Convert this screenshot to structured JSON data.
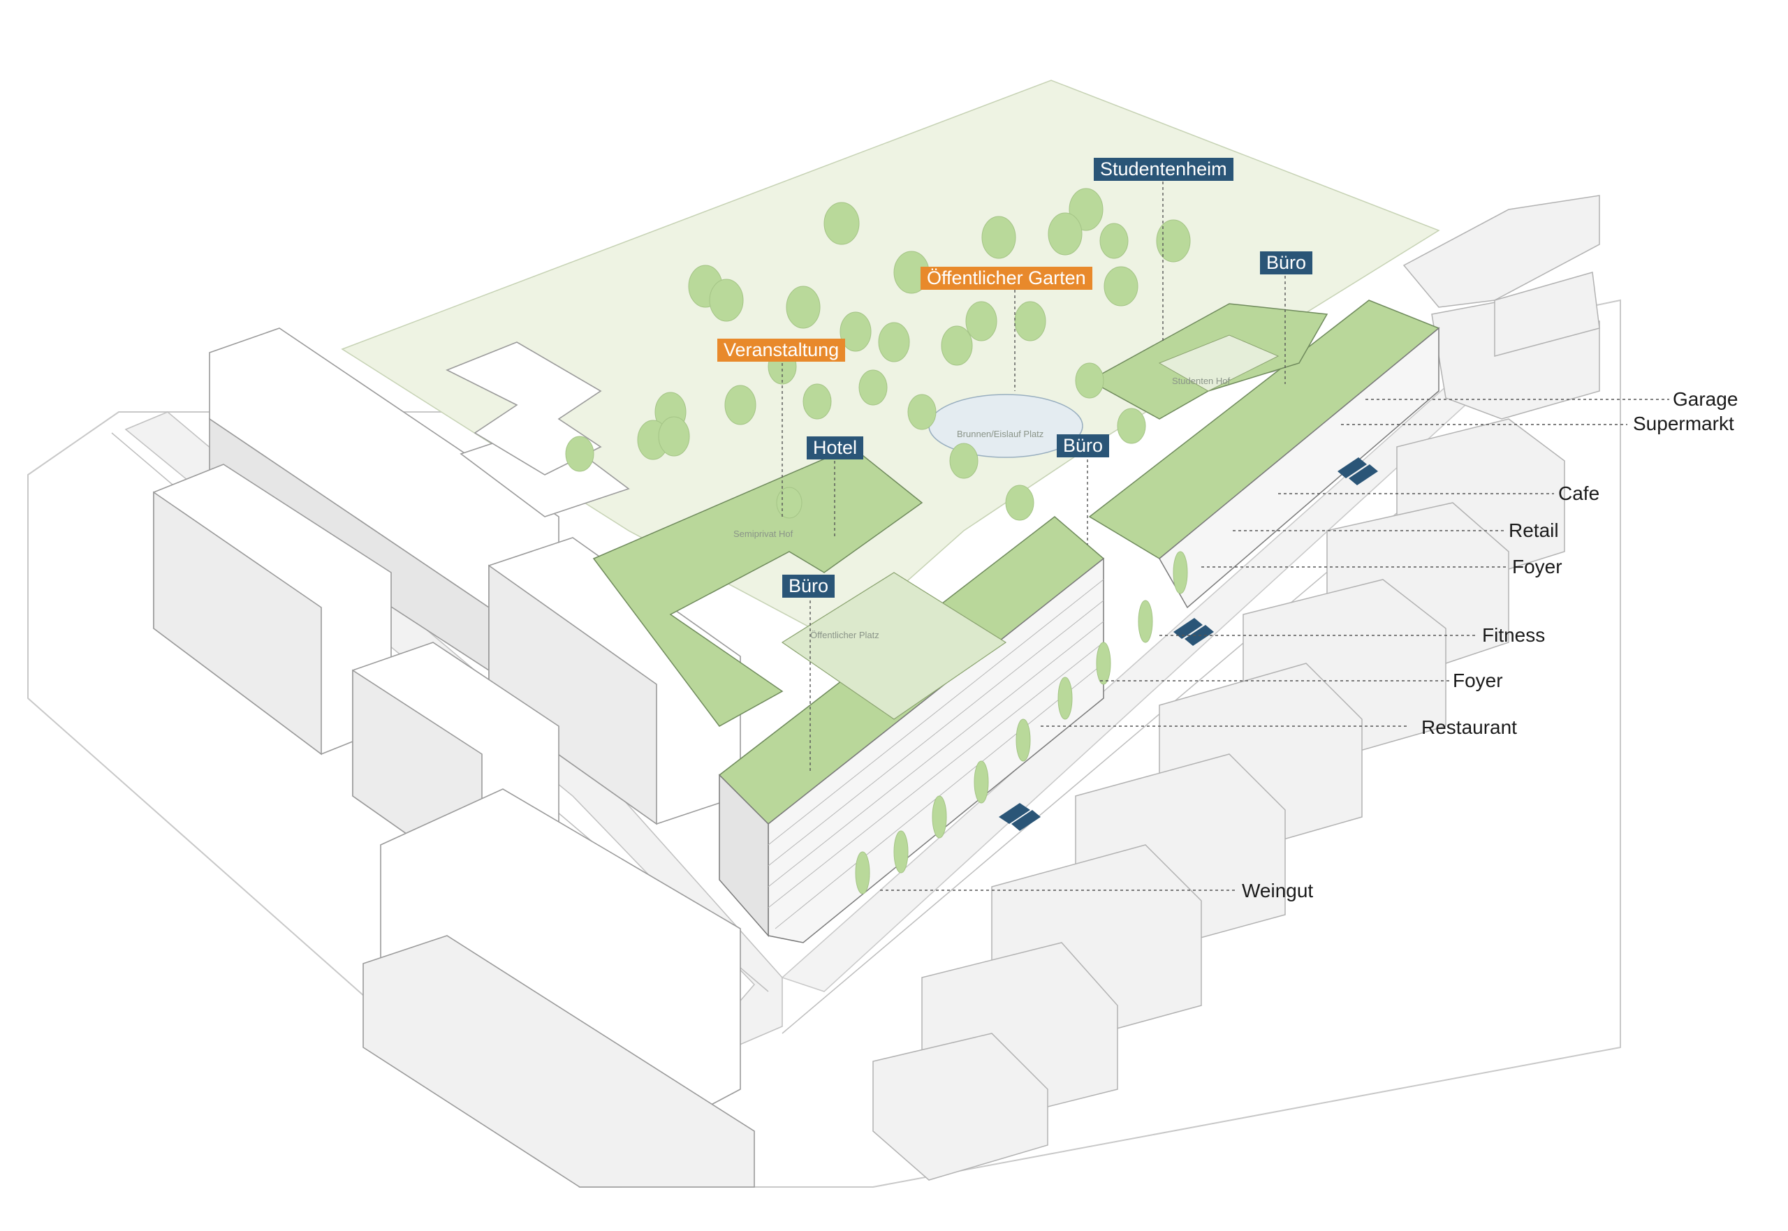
{
  "zone_tags": [
    {
      "text": "Studentenheim",
      "color": "blue"
    },
    {
      "text": "Büro",
      "color": "blue"
    },
    {
      "text": "Öffentlicher Garten",
      "color": "orange"
    },
    {
      "text": "Veranstaltung",
      "color": "orange"
    },
    {
      "text": "Hotel",
      "color": "blue"
    },
    {
      "text": "Büro",
      "color": "blue"
    },
    {
      "text": "Büro",
      "color": "blue"
    }
  ],
  "callouts": [
    "Garage",
    "Supermarkt",
    "Cafe",
    "Retail",
    "Foyer",
    "Fitness",
    "Foyer",
    "Restaurant",
    "Weingut"
  ],
  "plan_labels": {
    "studenten_hof": "Studenten Hof",
    "brunnen": "Brunnen/Eislauf Platz",
    "semiprivat": "Semiprivat Hof",
    "platz": "Öffentlicher Platz"
  },
  "colors": {
    "park": "#eef3e3",
    "roof_green": "#b9d79a",
    "tree": "#b9d99a",
    "tag_blue": "#2a5577",
    "tag_orange": "#e8892b",
    "entrance_marker": "#2a5577"
  }
}
